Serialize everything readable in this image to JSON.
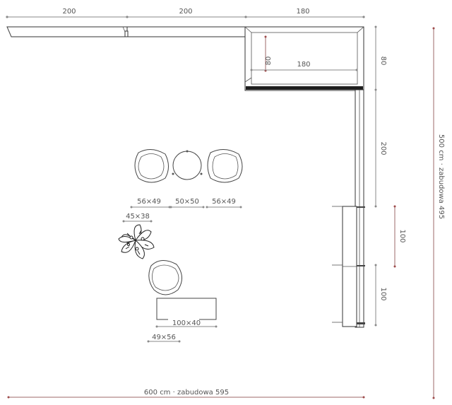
{
  "dimensions": {
    "top_segment_1": "200",
    "top_segment_2": "200",
    "top_segment_3": "180",
    "upper_cabinet_depth": "80",
    "upper_cabinet_width": "180",
    "right_upper": "80",
    "right_middle": "200",
    "right_lower": "100",
    "inner_right": "100",
    "total_height": "500 cm · zabudowa 495",
    "total_width": "600 cm · zabudowa 595"
  },
  "furniture": {
    "chair_left": "56×49",
    "stool": "50×50",
    "chair_right": "56×49",
    "plant": "45×38",
    "bench": "100×40",
    "armchair": "49×56"
  },
  "colors": {
    "line": "#8a8a8a",
    "accent_line": "#9e6a6a",
    "outline": "#333333"
  }
}
